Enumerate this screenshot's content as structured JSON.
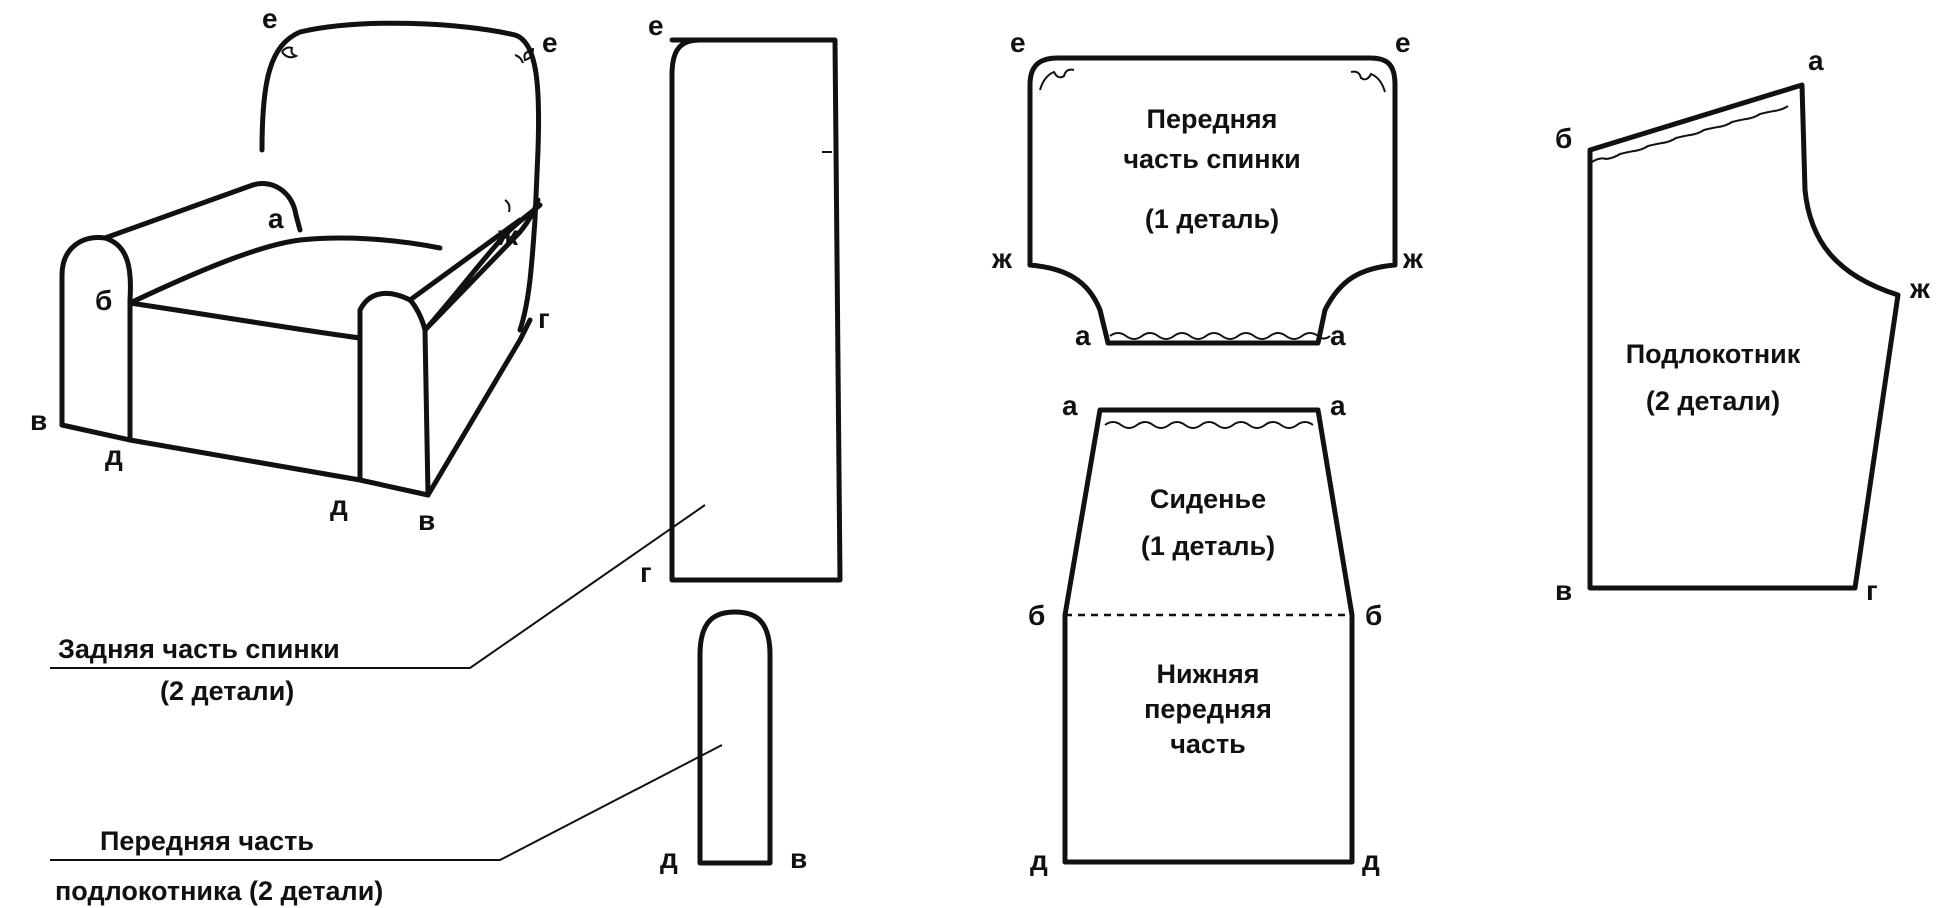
{
  "points": {
    "e": "е",
    "a": "а",
    "b": "б",
    "v": "в",
    "g": "г",
    "d": "д",
    "zh": "ж"
  },
  "pieces": {
    "back_rear": {
      "line1": "Задняя часть спинки",
      "line2": "(2 детали)"
    },
    "arm_front": {
      "line1": "Передняя часть",
      "line2": "подлокотника (2 детали)"
    },
    "back_front": {
      "line1": "Передняя",
      "line2": "часть спинки",
      "line3": "(1 деталь)"
    },
    "seat": {
      "line1": "Сиденье",
      "line2": "(1 деталь)"
    },
    "lower_front": {
      "line1": "Нижняя",
      "line2": "передняя",
      "line3": "часть"
    },
    "armrest": {
      "line1": "Подлокотник",
      "line2": "(2 детали)"
    }
  },
  "colors": {
    "ink": "#111111",
    "paper": "#ffffff"
  }
}
